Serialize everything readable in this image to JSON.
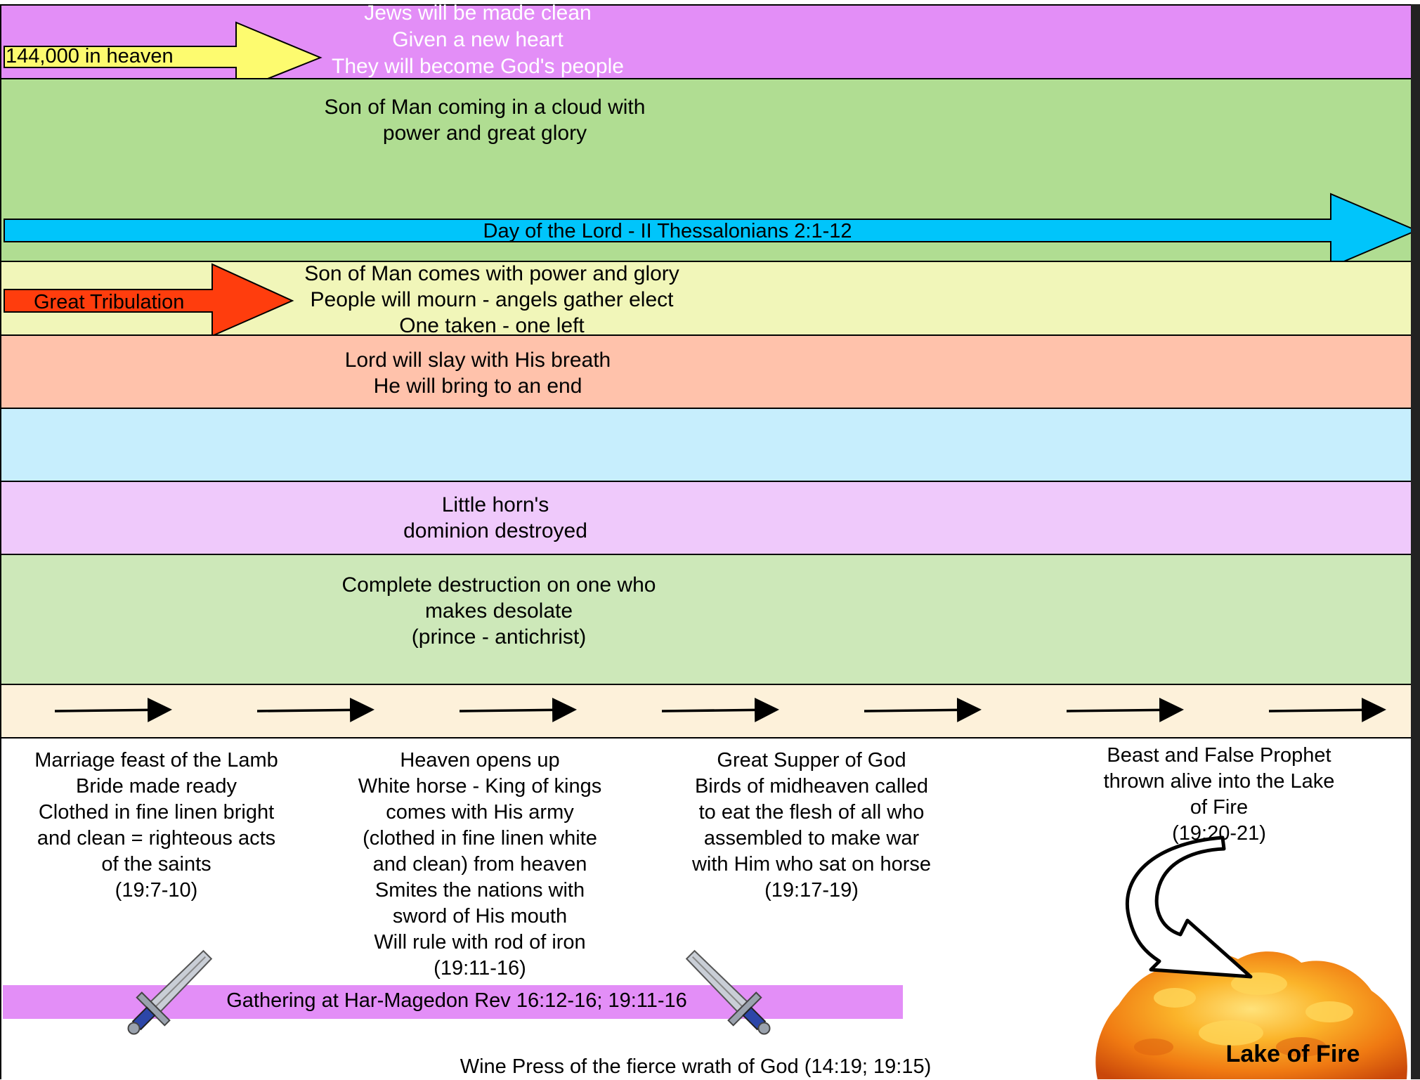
{
  "bands": {
    "jews": {
      "lines": "Jews will be made clean\nGiven a new heart\nThey will become God's people",
      "arrow_label": "144,000 in heaven",
      "color": "#e38ef7",
      "arrow_color": "#fdfb6f"
    },
    "son_of_man": {
      "lines": "Son of Man coming in a cloud with\npower and great glory",
      "color": "#b0dd92"
    },
    "day_of_lord": {
      "label": "Day of the Lord - II Thessalonians 2:1-12",
      "color": "#00c5fb"
    },
    "tribulation": {
      "lines": "Son of Man comes with power and glory\nPeople will mourn - angels gather elect\nOne taken - one left",
      "arrow_label": "Great Tribulation",
      "color": "#f1f6b9",
      "arrow_color": "#ff3d0d"
    },
    "lord_slay": {
      "lines": "Lord will slay with His breath\nHe will bring to an end",
      "color": "#ffc2ab"
    },
    "blank": {
      "color": "#c7eefd"
    },
    "little_horn": {
      "lines": "Little horn's\ndominion destroyed",
      "color": "#efc9fb"
    },
    "destruction": {
      "lines": "Complete destruction on one who\nmakes desolate\n(prince - antichrist)",
      "color": "#cde8b9"
    },
    "arrows_row": {
      "color": "#fdf1da"
    }
  },
  "columns": {
    "marriage": "Marriage feast of the Lamb\nBride made ready\nClothed in fine linen bright\nand clean = righteous acts\nof the saints\n(19:7-10)",
    "heaven": "Heaven opens up\nWhite horse - King of kings\ncomes with His army\n(clothed in fine linen white\nand clean) from heaven\nSmites the nations with\nsword of His mouth\nWill rule with rod of iron\n(19:11-16)",
    "supper": "Great Supper of God\nBirds of midheaven called\nto eat the flesh of all who\nassembled to make war\nwith Him who sat on horse\n(19:17-19)",
    "beast": "Beast and False Prophet\nthrown alive into the Lake\nof Fire\n(19:20-21)"
  },
  "gathering": {
    "label": "Gathering at Har-Magedon Rev 16:12-16; 19:11-16",
    "color": "#e38ef7"
  },
  "wine_press": "Wine Press of the fierce wrath of God (14:19; 19:15)",
  "lake_of_fire": "Lake of Fire",
  "icons": [
    "sword-icon",
    "curved-arrow-icon",
    "fire-icon"
  ]
}
